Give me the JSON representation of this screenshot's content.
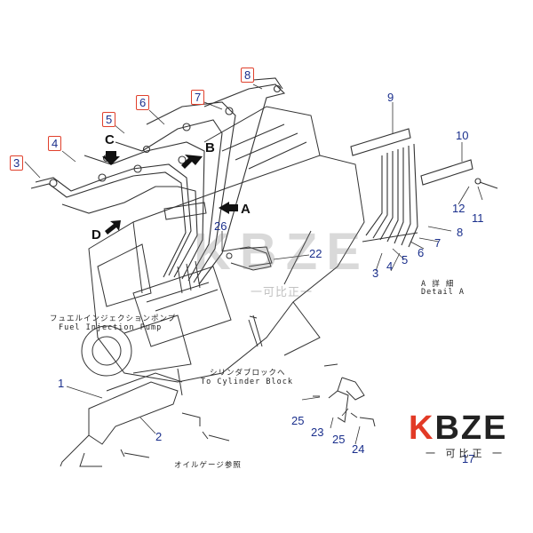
{
  "callouts": {
    "c1": "1",
    "c2": "2",
    "c3": "3",
    "c4": "4",
    "c5": "5",
    "c6": "6",
    "c7": "7",
    "c8": "8",
    "d9": "9",
    "d10": "10",
    "d11": "11",
    "d12": "12",
    "d8": "8",
    "d7": "7",
    "d6": "6",
    "d5": "5",
    "d4": "4",
    "d3": "3",
    "c22": "22",
    "c26": "26",
    "c23": "23",
    "c24": "24",
    "c25a": "25",
    "c25b": "25",
    "c17": "17"
  },
  "views": {
    "a": "A",
    "b": "B",
    "c": "C",
    "d": "D"
  },
  "labels": {
    "detail_jp": "A 詳 細",
    "detail_en": "Detail A",
    "pump_jp": "フュエルインジェクションポンプ",
    "pump_en": "Fuel Injection Pump",
    "block_jp": "シリンダブロックへ",
    "block_en": "To Cylinder Block",
    "gauge_jp": "オイルゲージ参照"
  },
  "watermark": {
    "text": "KBZE",
    "sub": "一可比正一"
  },
  "logo": {
    "k": "K",
    "rest": "BZE",
    "sub": "一 可比正 一"
  },
  "colors": {
    "callout_text": "#1a2f8c",
    "callout_box": "#e0402c",
    "logo_red": "#e23a26",
    "logo_dark": "#222222"
  }
}
